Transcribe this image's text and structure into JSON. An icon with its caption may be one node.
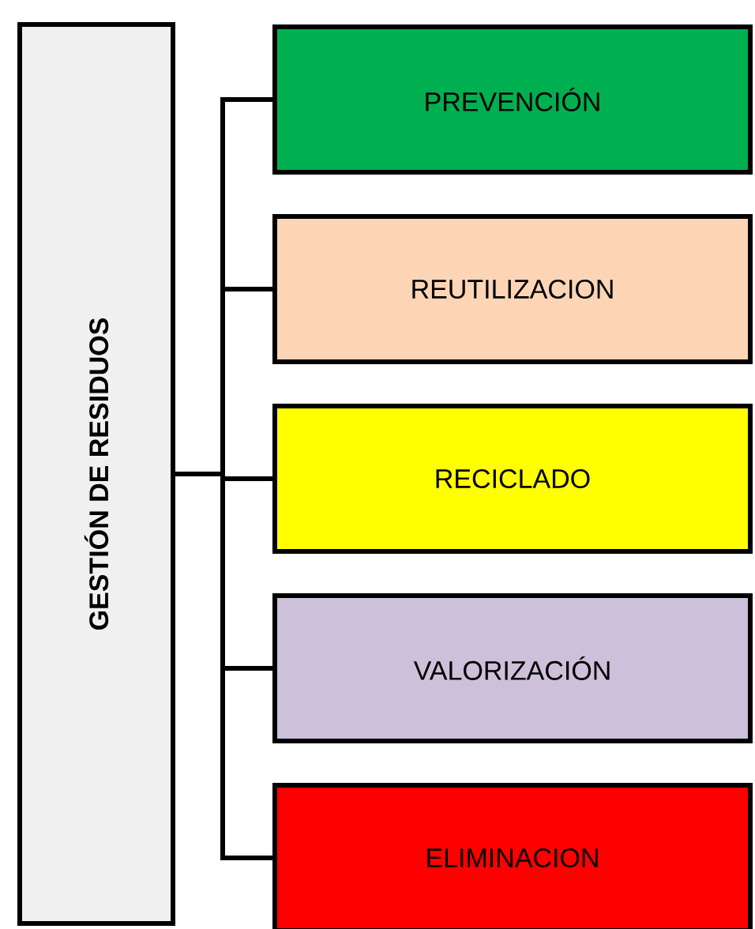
{
  "diagram": {
    "nodes": [
      {
        "text": [
          "GESTIÓN DE RESIDUOS"
        ]
      },
      {
        "text": [
          "PREVENCIÓN"
        ]
      },
      {
        "text": [
          "REUTILIZACION"
        ]
      },
      {
        "text": [
          "RECICLADO"
        ]
      },
      {
        "text": [
          "VALORIZACIÓN"
        ]
      },
      {
        "text": [
          "ELIMINACION"
        ]
      }
    ],
    "edges": [
      {
        "from": 0,
        "to": 1,
        "arrow": "none"
      },
      {
        "from": 0,
        "to": 2,
        "arrow": "none"
      },
      {
        "from": 0,
        "to": 3,
        "arrow": "none"
      },
      {
        "from": 0,
        "to": 4,
        "arrow": "none"
      },
      {
        "from": 0,
        "to": 5,
        "arrow": "none"
      }
    ]
  }
}
